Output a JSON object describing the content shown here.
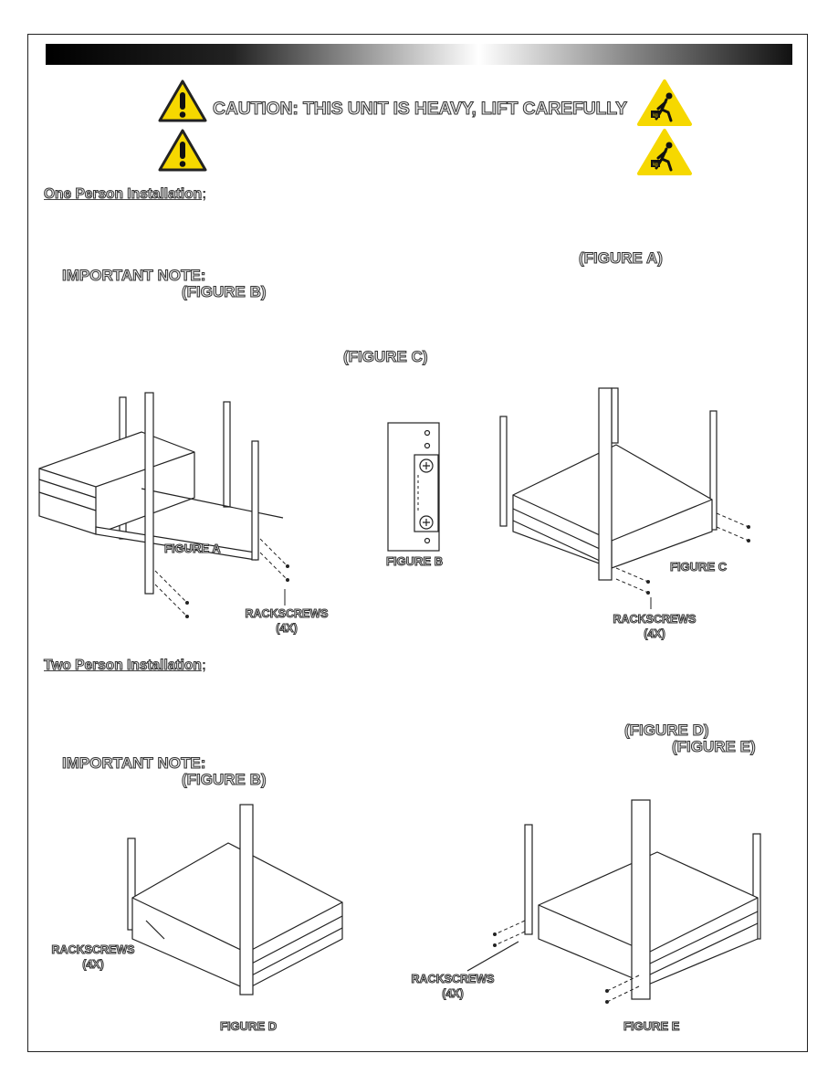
{
  "header": {
    "caution_text": "CAUTION: THIS UNIT IS HEAVY, LIFT CAREFULLY"
  },
  "icons": [
    "warning-triangle-icon",
    "heavy-lift-icon"
  ],
  "one_person": {
    "heading": "One Person Installation",
    "colon": ";",
    "fig_a_ref": "(FIGURE A)",
    "important_note": "IMPORTANT NOTE:",
    "fig_b_ref": "(FIGURE B)",
    "fig_c_ref": "(FIGURE C)"
  },
  "two_person": {
    "heading": "Two Person Installation",
    "colon": ";",
    "fig_d_ref": "(FIGURE D)",
    "fig_e_ref": "(FIGURE E)",
    "important_note": "IMPORTANT NOTE:",
    "fig_b_ref": "(FIGURE B)"
  },
  "figures": {
    "a": {
      "caption": "FIGURE A",
      "screws_line1": "RACKSCREWS",
      "screws_line2": "(4X)"
    },
    "b": {
      "caption": "FIGURE B"
    },
    "c": {
      "caption": "FIGURE C",
      "screws_line1": "RACKSCREWS",
      "screws_line2": "(4X)"
    },
    "d": {
      "caption": "FIGURE D",
      "screws_line1": "RACKSCREWS",
      "screws_line2": "(4X)"
    },
    "e": {
      "caption": "FIGURE E",
      "screws_line1": "RACKSCREWS",
      "screws_line2": "(4X)"
    }
  }
}
